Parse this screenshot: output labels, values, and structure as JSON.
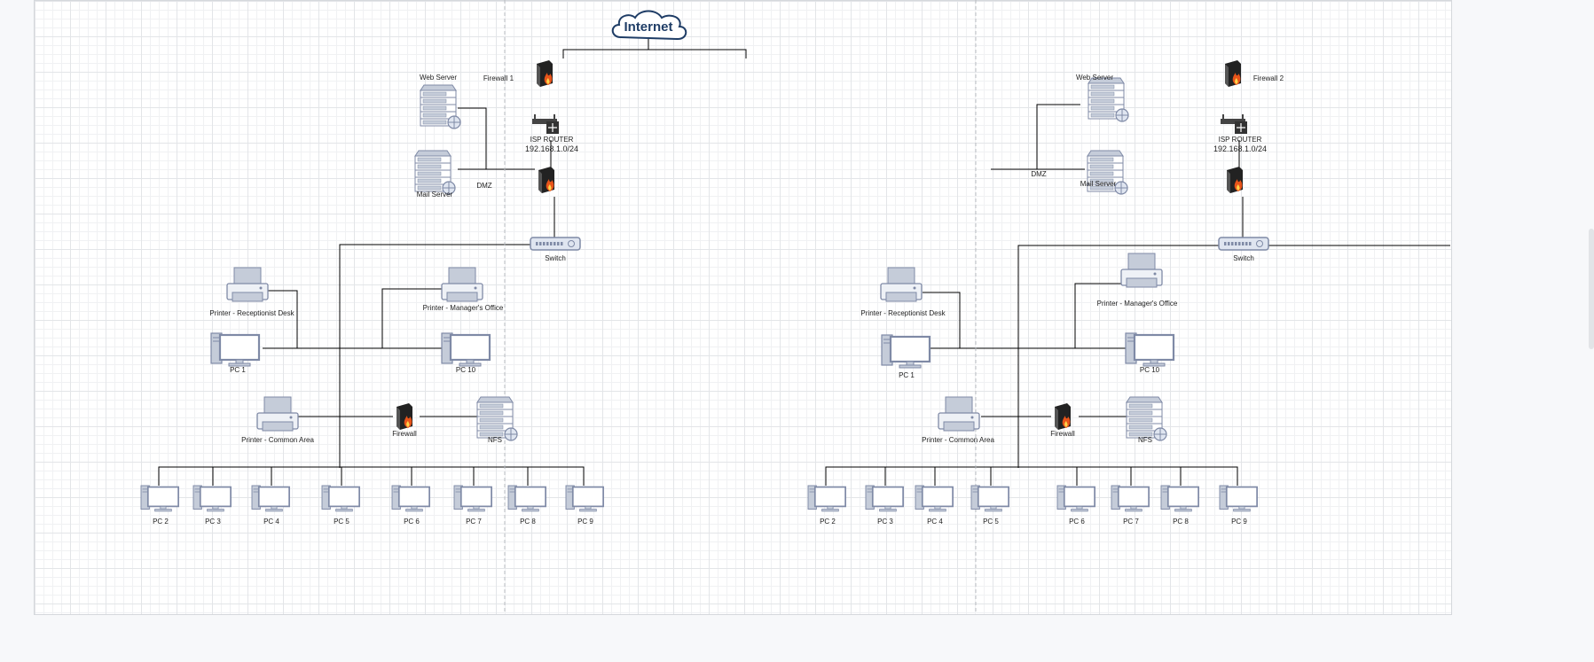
{
  "title": "Internet",
  "networks": [
    {
      "id": "left",
      "firewall_label": "Firewall 1",
      "router_label": "ISP ROUTER",
      "subnet": "192.168.1.0/24",
      "dmz_label": "DMZ",
      "web_server_label": "Web Server",
      "mail_server_label": "Mail Server",
      "switch_label": "Switch",
      "printer_reception": "Printer - Receptionist Desk",
      "printer_manager": "Printer - Manager's Office",
      "printer_common": "Printer - Common Area",
      "pc1": "PC 1",
      "pc10": "PC 10",
      "inner_firewall": "Firewall",
      "nfs": "NFS",
      "pcs": [
        "PC 2",
        "PC 3",
        "PC 4",
        "PC 5",
        "PC 6",
        "PC 7",
        "PC 8",
        "PC 9"
      ]
    },
    {
      "id": "right",
      "firewall_label": "Firewall 2",
      "router_label": "ISP ROUTER",
      "subnet": "192.168.1.0/24",
      "dmz_label": "DMZ",
      "web_server_label": "Web Server",
      "mail_server_label": "Mail Server",
      "switch_label": "Switch",
      "printer_reception": "Printer - Receptionist Desk",
      "printer_manager": "Printer - Manager's Office",
      "printer_common": "Printer - Common Area",
      "pc1": "PC 1",
      "pc10": "PC 10",
      "inner_firewall": "Firewall",
      "nfs": "NFS",
      "pcs": [
        "PC 2",
        "PC 3",
        "PC 4",
        "PC 5",
        "PC 6",
        "PC 7",
        "PC 8",
        "PC 9"
      ]
    }
  ],
  "colors": {
    "device": "#7f8aa6",
    "device_fill": "#c5ccd9",
    "line": "#000000",
    "firewall": "#222222",
    "flame": "#e8541a"
  },
  "icons": [
    "cloud-icon",
    "firewall-icon",
    "router-icon",
    "server-icon",
    "switch-icon",
    "printer-icon",
    "pc-icon"
  ]
}
